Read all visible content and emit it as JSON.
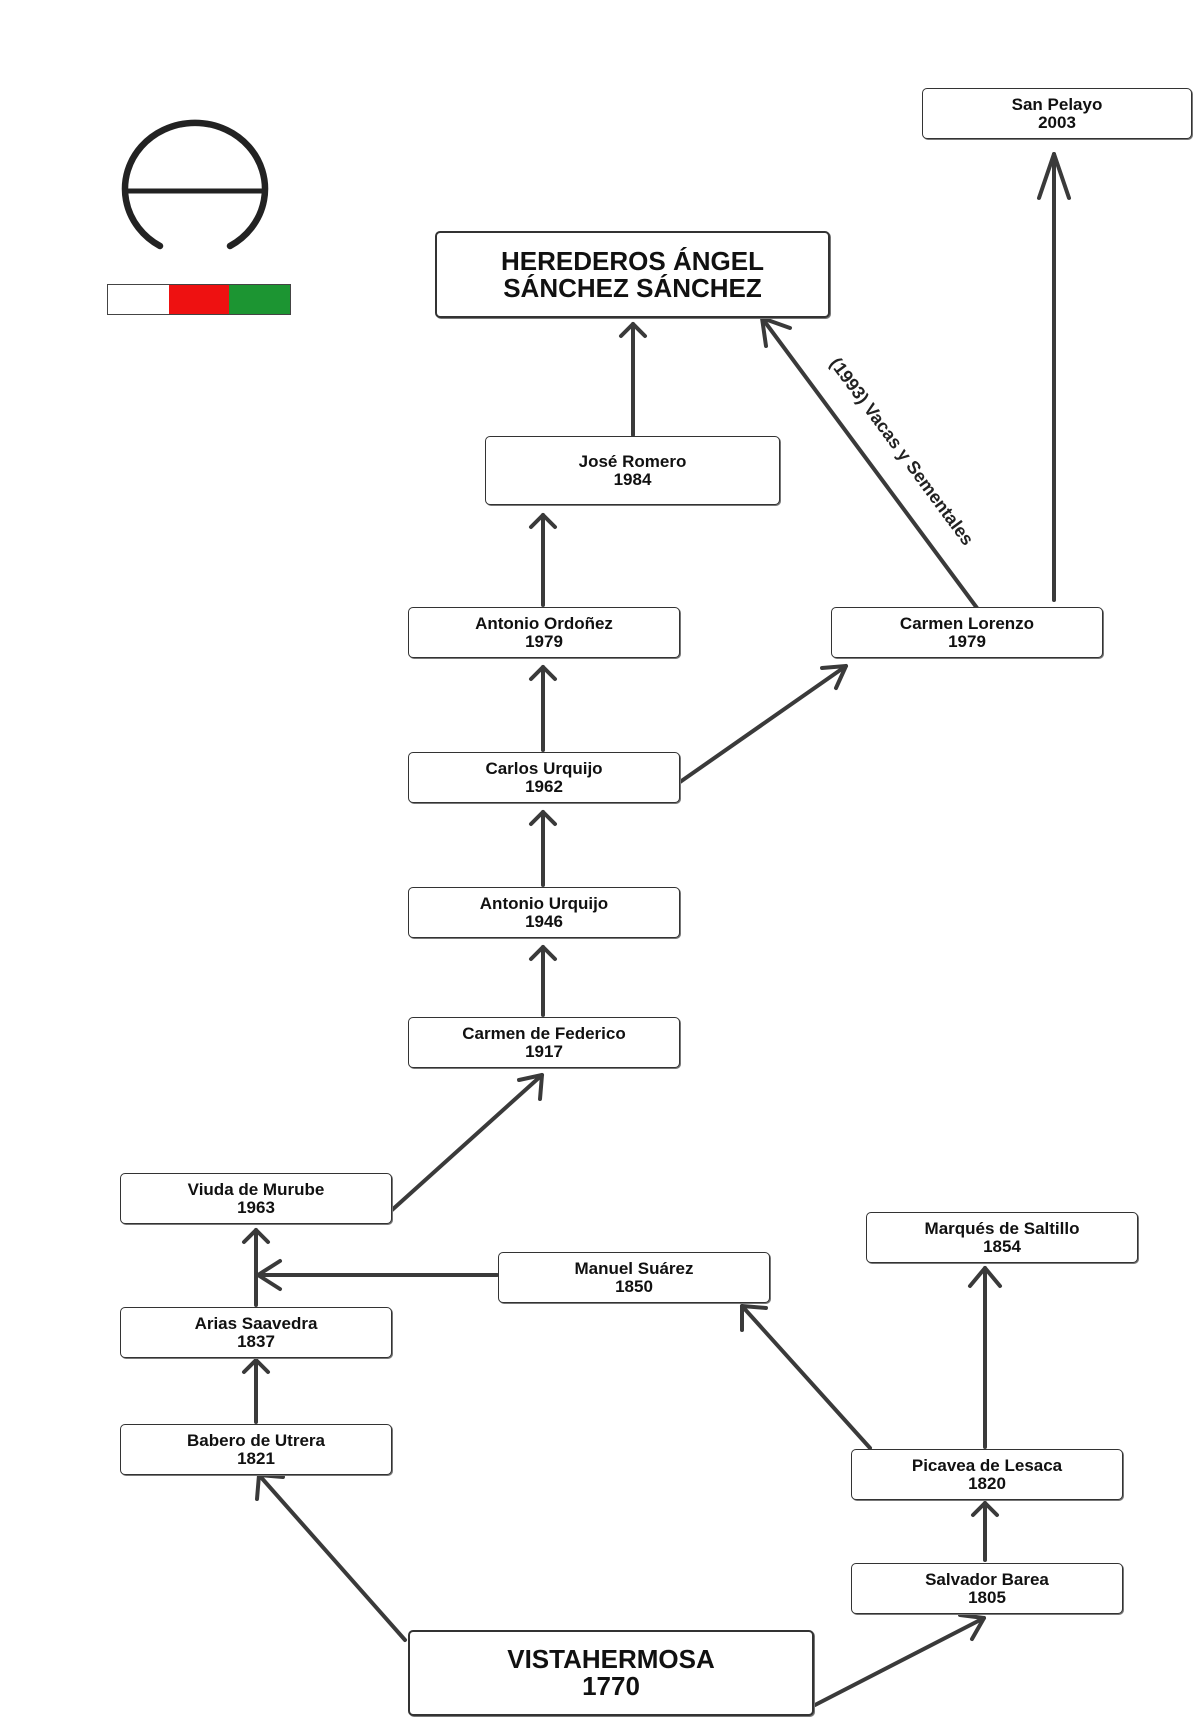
{
  "diagram": {
    "brand": {
      "logo_icon": "ranch-brand-circle-bar-icon"
    },
    "flag_colors": [
      "#ffffff",
      "#ee1111",
      "#1c9532"
    ],
    "nodes": {
      "herederos": {
        "name": "HEREDEROS ÁNGEL",
        "year": "SÁNCHEZ SÁNCHEZ"
      },
      "sanpelayo": {
        "name": "San Pelayo",
        "year": "2003"
      },
      "joseromero": {
        "name": "José Romero",
        "year": "1984"
      },
      "ordonez": {
        "name": "Antonio Ordoñez",
        "year": "1979"
      },
      "lorenzo": {
        "name": "Carmen Lorenzo",
        "year": "1979"
      },
      "carlos": {
        "name": "Carlos Urquijo",
        "year": "1962"
      },
      "antoniou": {
        "name": "Antonio Urquijo",
        "year": "1946"
      },
      "federico": {
        "name": "Carmen de Federico",
        "year": "1917"
      },
      "murube": {
        "name": "Viuda de Murube",
        "year": "1963"
      },
      "suarez": {
        "name": "Manuel Suárez",
        "year": "1850"
      },
      "saltillo": {
        "name": "Marqués de Saltillo",
        "year": "1854"
      },
      "arias": {
        "name": "Arias Saavedra",
        "year": "1837"
      },
      "babero": {
        "name": "Babero de Utrera",
        "year": "1821"
      },
      "picavea": {
        "name": "Picavea de Lesaca",
        "year": "1820"
      },
      "barea": {
        "name": "Salvador Barea",
        "year": "1805"
      },
      "vistahermosa": {
        "name": "VISTAHERMOSA",
        "year": "1770"
      }
    },
    "edge_labels": {
      "lorenzo_herederos": "(1993) Vacas y Sementales"
    }
  }
}
